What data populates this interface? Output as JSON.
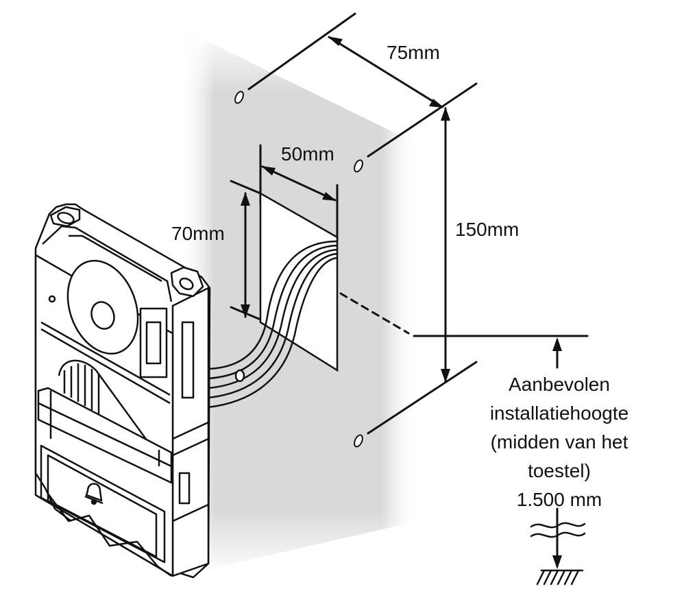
{
  "labels": {
    "hole_spacing_h": "75mm",
    "box_width": "50mm",
    "box_height": "70mm",
    "hole_spacing_v": "150mm",
    "recommended": {
      "line1": "Aanbevolen",
      "line2": "installatiehoogte",
      "line3": "(midden van het",
      "line4": "toestel)",
      "line5": "1.500 mm"
    }
  },
  "colors": {
    "line": "#111111",
    "wall_shade": "#d9d9d9",
    "device_face": "#ffffff"
  },
  "icons": {
    "device": "door-station-icon",
    "bell": "bell-icon",
    "ground": "ground-hatch-icon",
    "break": "break-mark-icon"
  }
}
